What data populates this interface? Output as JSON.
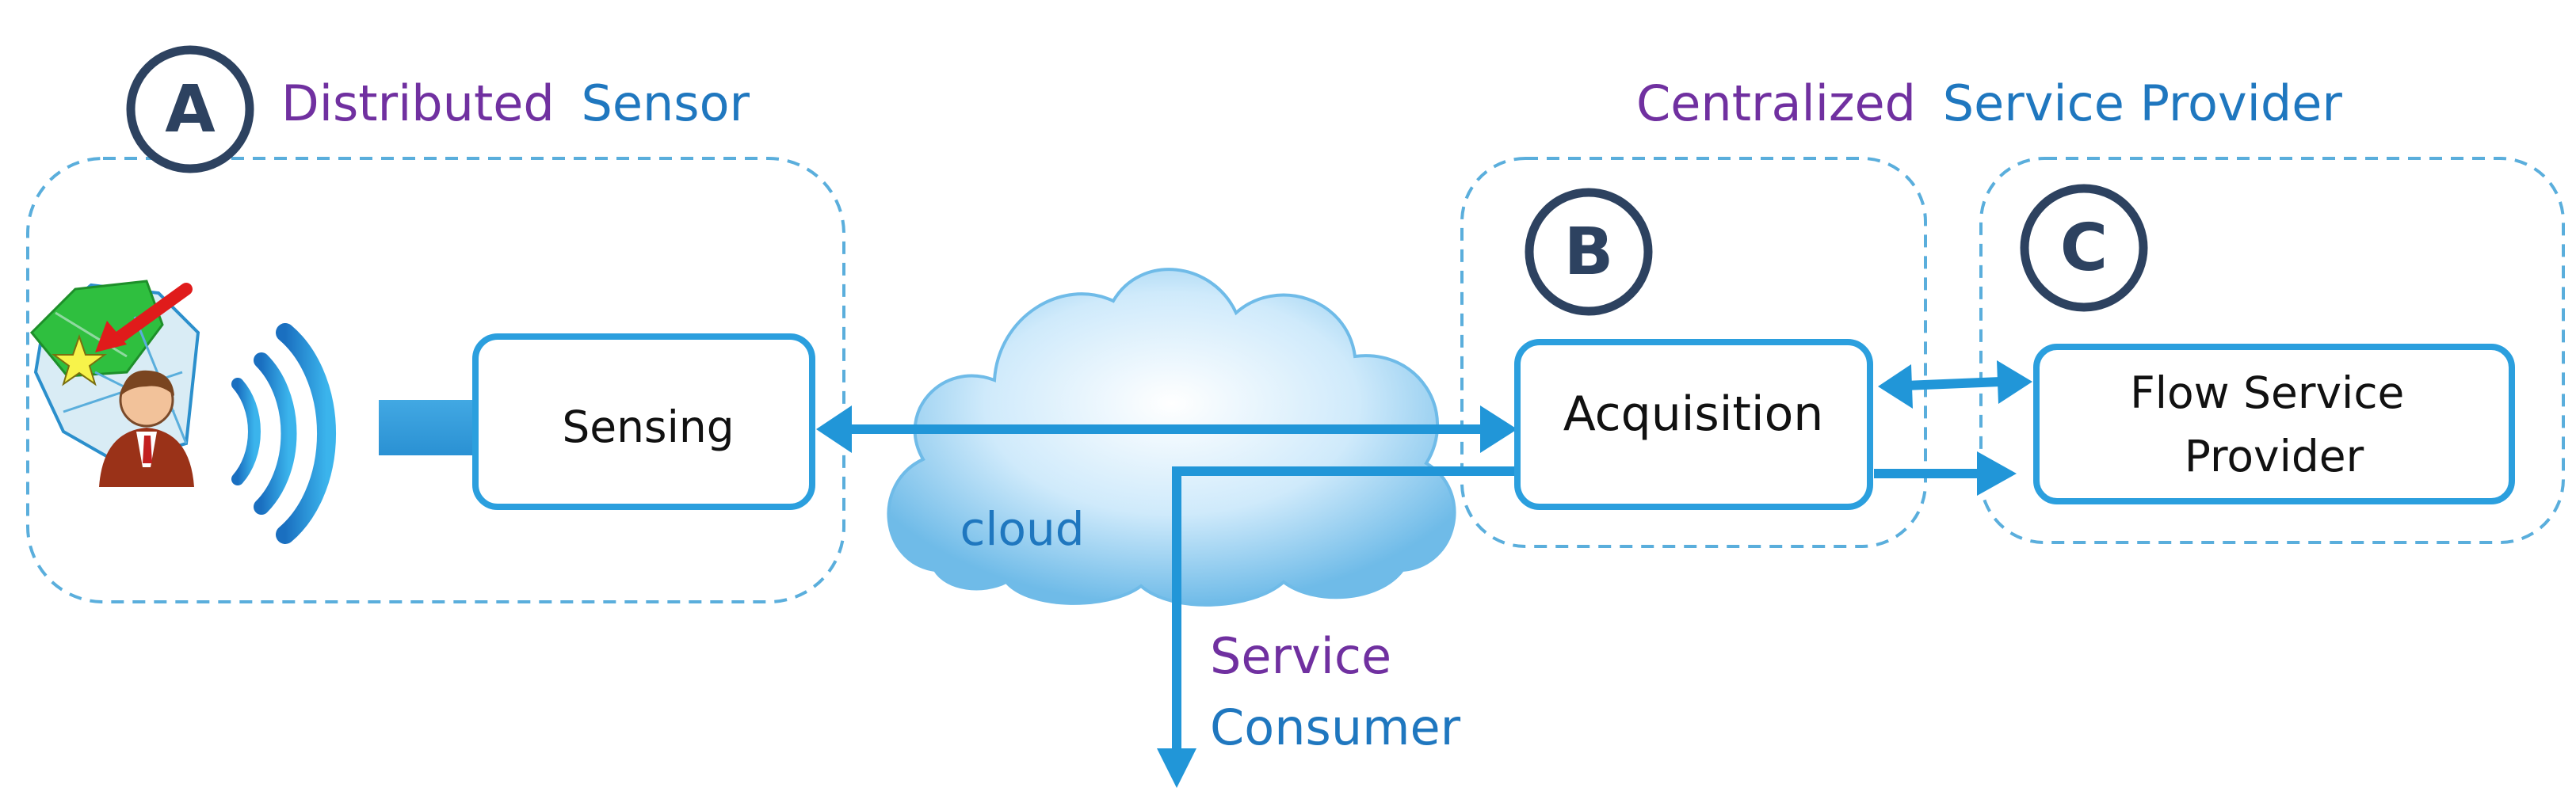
{
  "diagram": {
    "section_a": {
      "letter": "A",
      "title_part1": "Distributed",
      "title_part2": "Sensor",
      "sensing_label": "Sensing"
    },
    "provider_group": {
      "title_part1": "Centralized",
      "title_part2": "Service Provider"
    },
    "section_b": {
      "letter": "B",
      "acquisition_label": "Acquisition"
    },
    "section_c": {
      "letter": "C",
      "flow_line1": "Flow Service",
      "flow_line2": "Provider"
    },
    "cloud_label": "cloud",
    "consumer": {
      "line1": "Service",
      "line2": "Consumer"
    }
  },
  "colors": {
    "purple": "#7030a0",
    "blue": "#1f77bf",
    "box_border": "#2b9fde",
    "arrow": "#2196d8",
    "dashed": "#5aaedc",
    "badge": "#2d4260"
  }
}
